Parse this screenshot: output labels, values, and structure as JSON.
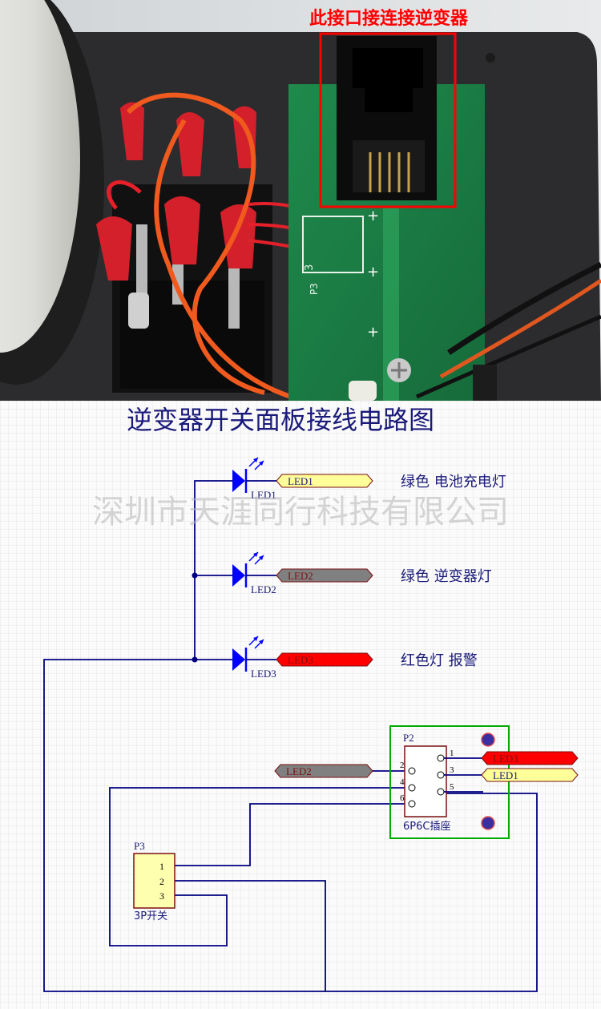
{
  "photo": {
    "annotation": "此接口接连接逆变器",
    "pcb_label": "P3",
    "pcb_pin_marker": "3",
    "pcb_plus_marks": [
      "+",
      "+",
      "+"
    ]
  },
  "schematic": {
    "title": "逆变器开关面板接线电路图",
    "watermark": "深圳市天涯同行科技有限公司",
    "leds": [
      {
        "ref": "LED1",
        "net": "LED1",
        "description": "绿色 电池充电灯",
        "net_color": "#ffff99"
      },
      {
        "ref": "LED2",
        "net": "LED2",
        "description": "绿色 逆变器灯",
        "net_color": "#808080"
      },
      {
        "ref": "LED3",
        "net": "LED3",
        "description": "红色灯 报警",
        "net_color": "#ff0000"
      }
    ],
    "connector_p2": {
      "ref": "P2",
      "label": "6P6C插座",
      "pins_left": [
        "2",
        "4",
        "6"
      ],
      "pins_right": [
        "1",
        "3",
        "5"
      ],
      "net_left": "LED2",
      "nets_right": [
        "LED3",
        "LED1"
      ]
    },
    "switch_p3": {
      "ref": "P3",
      "label": "3P开关",
      "pins": [
        "1",
        "2",
        "3"
      ]
    },
    "colors": {
      "wire": "#000080",
      "led_body": "#0000ff",
      "annotation_red": "#ff0000",
      "grid": "#e6e6e6",
      "board_outline": "#00aa00"
    }
  }
}
